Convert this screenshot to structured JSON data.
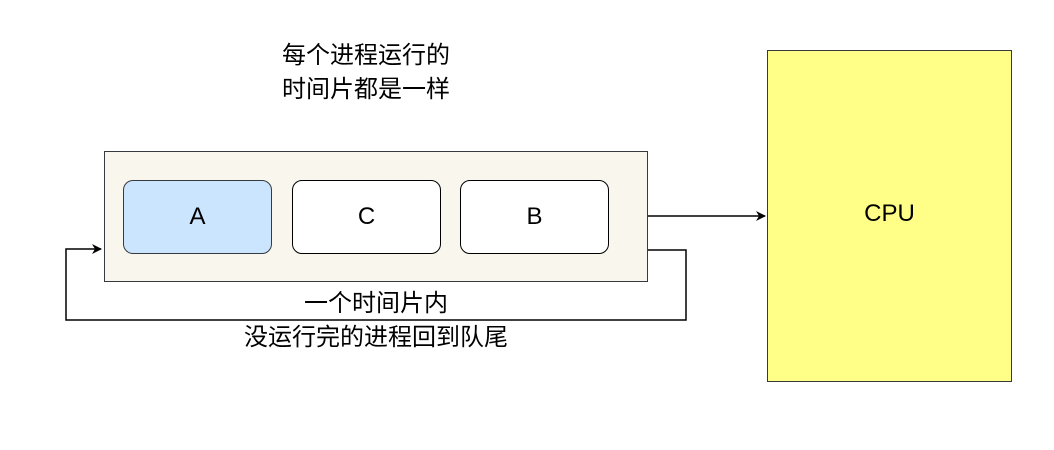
{
  "top_label": [
    "每个进程运行的",
    "时间片都是一样"
  ],
  "queue": {
    "processes": [
      {
        "name": "A",
        "active": true
      },
      {
        "name": "C",
        "active": false
      },
      {
        "name": "B",
        "active": false
      }
    ]
  },
  "cpu": {
    "label": "CPU"
  },
  "bottom_label": [
    "一个时间片内",
    "没运行完的进程回到队尾"
  ],
  "colors": {
    "queue_fill": "#f9f7ed",
    "active_process_fill": "#cce5ff",
    "cpu_fill": "#ffff88",
    "stroke": "#36393d"
  }
}
